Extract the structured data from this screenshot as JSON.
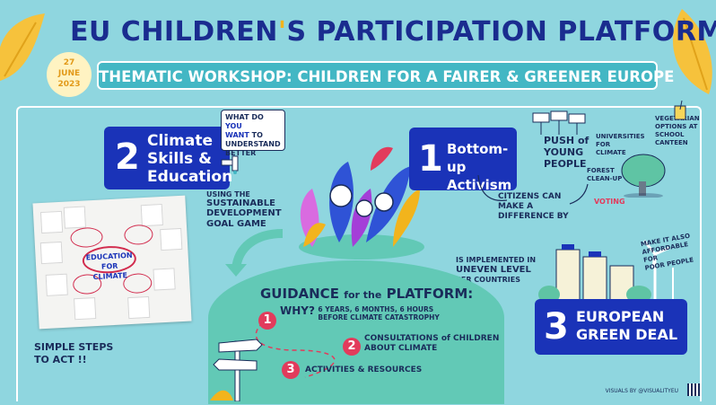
{
  "header": {
    "title_part1": "EU CHILDREN",
    "title_apostrophe": "'",
    "title_part2": "S  PARTICIPATION PLATFORM",
    "date_day": "27",
    "date_month": "JUNE",
    "date_year": "2023",
    "subtitle": "THEMATIC WORKSHOP: CHILDREN FOR A FAIRER & GREENER EUROPE"
  },
  "sections": {
    "climate": {
      "number": "2",
      "title_line1": "Climate",
      "title_line2": "Skills &",
      "title_line3": "Education",
      "bubble_line1": "WHAT DO",
      "bubble_you": "YOU",
      "bubble_want": "WANT",
      "bubble_to": "TO",
      "bubble_line3": "UNDERSTAND",
      "bubble_line4": "BETTER",
      "using_line1": "USING THE",
      "using_line1b": "SUSTAINABLE",
      "using_line2": "DEVELOPMENT",
      "using_line3": "GOAL GAME"
    },
    "activism": {
      "number": "1",
      "title_line1": "Bottom-up",
      "title_line2": "Activism",
      "push_line1": "PUSH of",
      "push_line2": "YOUNG",
      "push_line3": "PEOPLE",
      "citizens_line1": "CITIZENS CAN",
      "citizens_line2": "MAKE A",
      "citizens_line3": "DIFFERENCE BY",
      "universities": "UNIVERSITIES FOR CLIMATE",
      "vegetarian": "VEGETARIAN OPTIONS AT SCHOOL CANTEEN",
      "forest": "FOREST CLEAN-UP",
      "voting": "VOTING"
    },
    "green_deal": {
      "number": "3",
      "title_line1": "EUROPEAN",
      "title_line2": "GREEN DEAL",
      "implemented_line1": "IS IMPLEMENTED IN",
      "implemented_line2": "UNEVEN LEVEL",
      "implemented_line3": "PER COUNTRIES",
      "affordable_line1": "MAKE IT ALSO",
      "affordable_line2": "AFFORDABLE FOR",
      "affordable_line3": "POOR PEOPLE"
    }
  },
  "collage": {
    "label_line1": "EDUCATION",
    "label_line2": "FOR CLIMATE"
  },
  "simple_steps": {
    "line1": "SIMPLE STEPS",
    "line2": "TO ACT !!"
  },
  "guidance": {
    "heading_part1": "GUIDANCE",
    "heading_part2": "for the",
    "heading_part3": "PLATFORM:",
    "items": [
      {
        "num": "1",
        "label": "WHY?",
        "detail_line1": "6 YEARS, 6 MONTHS, 6 HOURS",
        "detail_line2": "BEFORE CLIMATE CATASTROPHY"
      },
      {
        "num": "2",
        "label": "CONSULTATIONS",
        "detail_line1": "of CHILDREN",
        "detail_line2": "ABOUT CLIMATE"
      },
      {
        "num": "3",
        "label": "ACTIVITIES & RESOURCES"
      }
    ]
  },
  "footer": {
    "credit": "VISUALS BY @VISUALITYEU"
  },
  "colors": {
    "background": "#8fd6df",
    "navy": "#1a33b8",
    "teal_band": "#43b7c4",
    "accent_red": "#e23b5c",
    "accent_yellow": "#f2b41c",
    "mint": "#62c9b6"
  }
}
